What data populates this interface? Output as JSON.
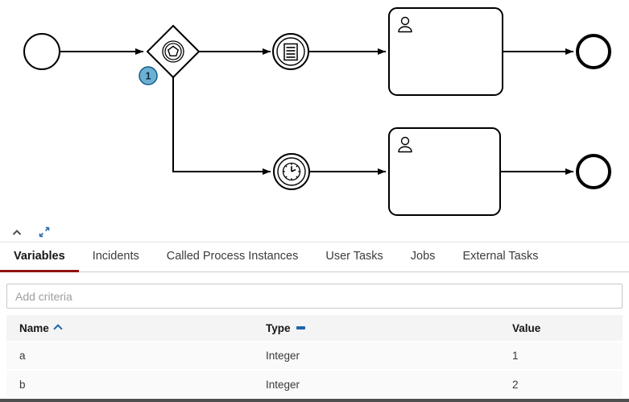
{
  "diagram": {
    "instance_badge": "1"
  },
  "icons": {
    "collapse": "chevron-up",
    "expand": "diagonal-resize-arrows",
    "name_sort": "chevron-up",
    "type_sort": "minus"
  },
  "tabs": [
    {
      "label": "Variables",
      "active": true
    },
    {
      "label": "Incidents",
      "active": false
    },
    {
      "label": "Called Process Instances",
      "active": false
    },
    {
      "label": "User Tasks",
      "active": false
    },
    {
      "label": "Jobs",
      "active": false
    },
    {
      "label": "External Tasks",
      "active": false
    }
  ],
  "filter": {
    "placeholder": "Add criteria"
  },
  "table": {
    "headers": [
      {
        "label": "Name"
      },
      {
        "label": "Type"
      },
      {
        "label": "Value"
      }
    ],
    "rows": [
      {
        "name": "a",
        "type": "Integer",
        "value": "1"
      },
      {
        "name": "b",
        "type": "Integer",
        "value": "2"
      }
    ]
  }
}
